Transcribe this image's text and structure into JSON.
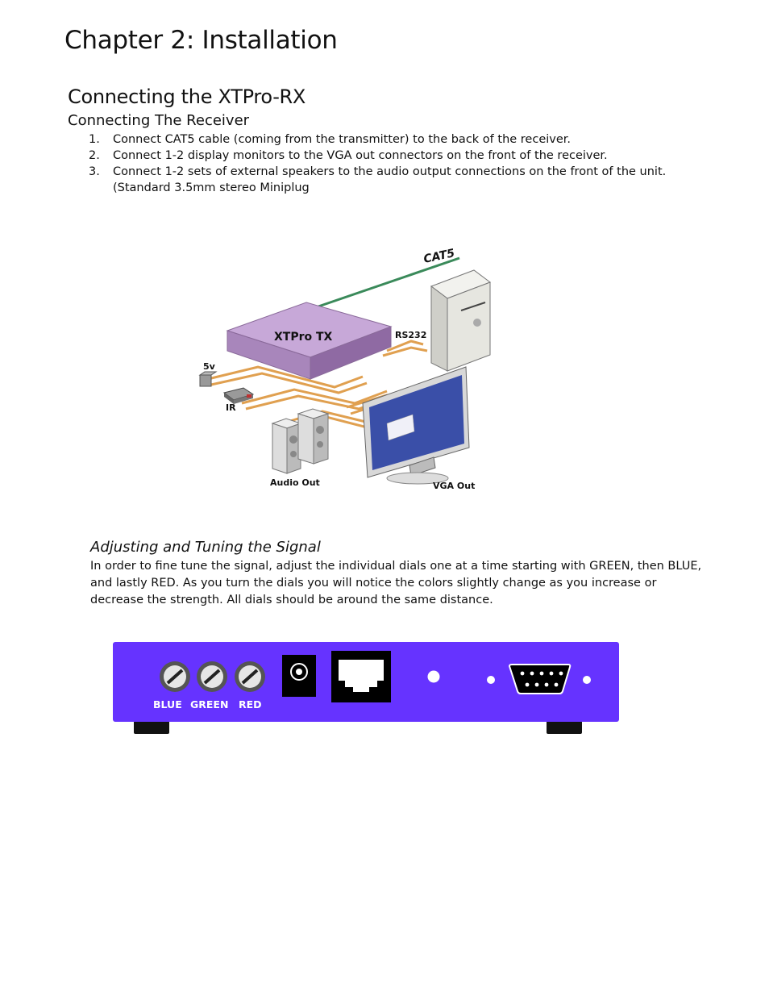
{
  "chapter_title": "Chapter 2: Installation",
  "section_title": "Connecting the XTPro-RX",
  "subsection_title": "Connecting The Receiver",
  "steps": [
    {
      "num": "1.",
      "text": "Connect CAT5 cable (coming from the transmitter) to the back of the receiver."
    },
    {
      "num": "2.",
      "text": "Connect 1-2 display monitors to the VGA out connectors on the front of the receiver."
    },
    {
      "num": "3.",
      "text": "Connect 1-2 sets of external speakers to the audio output connections on the front of the unit. (Standard 3.5mm stereo Miniplug"
    }
  ],
  "diagram": {
    "cat5_label": "CAT5",
    "device_label": "XTPro TX",
    "rs232_label": "RS232",
    "power_label": "5v",
    "ir_label": "IR",
    "audio_label": "Audio Out",
    "vga_label": "VGA Out"
  },
  "tuning": {
    "title": "Adjusting and Tuning the Signal",
    "body": "In order to fine tune the signal, adjust the individual dials one at a time starting with GREEN, then BLUE, and lastly RED. As you turn the dials you will notice the colors slightly change as you increase or decrease the strength. All dials should be around the same distance."
  },
  "panel": {
    "color": "#6633ff",
    "dial_labels": [
      "BLUE",
      "GREEN",
      "RED"
    ]
  }
}
